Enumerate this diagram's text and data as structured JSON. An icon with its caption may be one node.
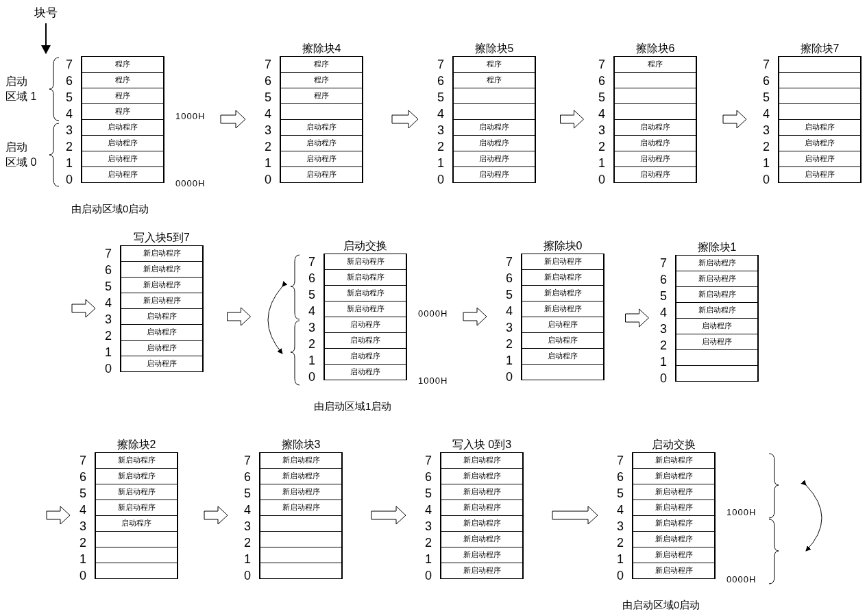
{
  "diagram": {
    "nodes": [
      {
        "text": [
          "块号"
        ]
      },
      {
        "text": [],
        "shape": "box",
        "beside": [
          "1000H",
          "0000H",
          "由启动区域0启动"
        ]
      },
      {
        "text": [
          "程序"
        ],
        "in": 1
      },
      {
        "text": [
          "程序"
        ],
        "in": 1
      },
      {
        "text": [
          "程序"
        ],
        "in": 1
      },
      {
        "text": [
          "程序"
        ],
        "in": 1
      },
      {
        "text": [
          "启动程序"
        ],
        "in": 1
      },
      {
        "text": [
          "启动程序"
        ],
        "in": 1
      },
      {
        "text": [
          "启动程序"
        ],
        "in": 1
      },
      {
        "text": [
          "启动程序"
        ],
        "in": 1
      },
      {
        "text": [
          "擦除块4"
        ]
      },
      {
        "text": [
          "程序"
        ],
        "in": 10
      },
      {
        "text": [
          "程序"
        ],
        "in": 10
      },
      {
        "text": [
          "程序"
        ],
        "in": 10
      },
      {
        "text": [],
        "shape": "box",
        "in": 10
      },
      {
        "text": [
          "启动程序"
        ],
        "in": 10
      },
      {
        "text": [
          "启动程序"
        ],
        "in": 10
      },
      {
        "text": [
          "启动程序"
        ],
        "in": 10
      },
      {
        "text": [
          "启动程序"
        ],
        "in": 10
      },
      {
        "text": [
          "擦除块5"
        ]
      },
      {
        "text": [
          "程序"
        ],
        "in": 19
      },
      {
        "text": [
          "程序"
        ],
        "in": 19
      },
      {
        "text": [],
        "shape": "box",
        "in": 19
      },
      {
        "text": [],
        "shape": "box",
        "in": 19
      },
      {
        "text": [
          "启动程序"
        ],
        "in": 19
      },
      {
        "text": [
          "启动程序"
        ],
        "in": 19
      },
      {
        "text": [
          "启动程序"
        ],
        "in": 19
      },
      {
        "text": [
          "启动程序"
        ],
        "in": 19
      },
      {
        "text": [
          "擦除块6"
        ]
      },
      {
        "text": [
          "程序"
        ],
        "in": 28
      },
      {
        "text": [],
        "shape": "box",
        "in": 28
      },
      {
        "text": [],
        "shape": "box",
        "in": 28
      },
      {
        "text": [],
        "shape": "box",
        "in": 28
      },
      {
        "text": [
          "启动程序"
        ],
        "in": 28
      },
      {
        "text": [
          "启动程序"
        ],
        "in": 28
      },
      {
        "text": [
          "启动程序"
        ],
        "in": 28
      },
      {
        "text": [
          "启动程序"
        ],
        "in": 28
      },
      {
        "text": [
          "擦除块7"
        ]
      },
      {
        "text": [],
        "shape": "box",
        "in": 37
      },
      {
        "text": [],
        "shape": "box",
        "in": 37
      },
      {
        "text": [],
        "shape": "box",
        "in": 37
      },
      {
        "text": [],
        "shape": "box",
        "in": 37
      },
      {
        "text": [
          "启动程序"
        ],
        "in": 37
      },
      {
        "text": [
          "启动程序"
        ],
        "in": 37
      },
      {
        "text": [
          "启动程序"
        ],
        "in": 37
      },
      {
        "text": [
          "启动程序"
        ],
        "in": 37
      },
      {
        "text": [
          "写入块5到7"
        ]
      },
      {
        "text": [
          "新启动程序"
        ],
        "in": 46
      },
      {
        "text": [
          "新启动程序"
        ],
        "in": 46
      },
      {
        "text": [
          "新启动程序"
        ],
        "in": 46
      },
      {
        "text": [
          "新启动程序"
        ],
        "in": 46
      },
      {
        "text": [
          "启动程序"
        ],
        "in": 46
      },
      {
        "text": [
          "启动程序"
        ],
        "in": 46
      },
      {
        "text": [
          "启动程序"
        ],
        "in": 46
      },
      {
        "text": [
          "启动程序"
        ],
        "in": 46
      },
      {
        "text": [
          "启动交换"
        ],
        "beside": [
          "0000H",
          "1000H",
          "由启动区域1启动"
        ]
      },
      {
        "text": [
          "新启动程序"
        ],
        "in": 55
      },
      {
        "text": [
          "新启动程序"
        ],
        "in": 55
      },
      {
        "text": [
          "新启动程序"
        ],
        "in": 55
      },
      {
        "text": [
          "新启动程序"
        ],
        "in": 55
      },
      {
        "text": [
          "启动程序"
        ],
        "in": 55
      },
      {
        "text": [
          "启动程序"
        ],
        "in": 55
      },
      {
        "text": [
          "启动程序"
        ],
        "in": 55
      },
      {
        "text": [
          "启动程序"
        ],
        "in": 55
      },
      {
        "text": [
          "擦除块0"
        ]
      },
      {
        "text": [
          "新启动程序"
        ],
        "in": 64
      },
      {
        "text": [
          "新启动程序"
        ],
        "in": 64
      },
      {
        "text": [
          "新启动程序"
        ],
        "in": 64
      },
      {
        "text": [
          "新启动程序"
        ],
        "in": 64
      },
      {
        "text": [
          "启动程序"
        ],
        "in": 64
      },
      {
        "text": [
          "启动程序"
        ],
        "in": 64
      },
      {
        "text": [
          "启动程序"
        ],
        "in": 64
      },
      {
        "text": [],
        "shape": "box",
        "in": 64
      },
      {
        "text": [
          "擦除块1"
        ]
      },
      {
        "text": [
          "新启动程序"
        ],
        "in": 73
      },
      {
        "text": [
          "新启动程序"
        ],
        "in": 73
      },
      {
        "text": [
          "新启动程序"
        ],
        "in": 73
      },
      {
        "text": [
          "新启动程序"
        ],
        "in": 73
      },
      {
        "text": [
          "启动程序"
        ],
        "in": 73
      },
      {
        "text": [
          "启动程序"
        ],
        "in": 73
      },
      {
        "text": [],
        "shape": "box",
        "in": 73
      },
      {
        "text": [],
        "shape": "box",
        "in": 73
      },
      {
        "text": [
          "擦除块2"
        ]
      },
      {
        "text": [
          "新启动程序"
        ],
        "in": 82
      },
      {
        "text": [
          "新启动程序"
        ],
        "in": 82
      },
      {
        "text": [
          "新启动程序"
        ],
        "in": 82
      },
      {
        "text": [
          "新启动程序"
        ],
        "in": 82
      },
      {
        "text": [
          "启动程序"
        ],
        "in": 82
      },
      {
        "text": [],
        "shape": "box",
        "in": 82
      },
      {
        "text": [],
        "shape": "box",
        "in": 82
      },
      {
        "text": [],
        "shape": "box",
        "in": 82
      },
      {
        "text": [
          "擦除块3"
        ]
      },
      {
        "text": [
          "新启动程序"
        ],
        "in": 91
      },
      {
        "text": [
          "新启动程序"
        ],
        "in": 91
      },
      {
        "text": [
          "新启动程序"
        ],
        "in": 91
      },
      {
        "text": [
          "新启动程序"
        ],
        "in": 91
      },
      {
        "text": [],
        "shape": "box",
        "in": 91
      },
      {
        "text": [],
        "shape": "box",
        "in": 91
      },
      {
        "text": [],
        "shape": "box",
        "in": 91
      },
      {
        "text": [],
        "shape": "box",
        "in": 91
      },
      {
        "text": [
          "写入块 0到3"
        ]
      },
      {
        "text": [
          "新启动程序"
        ],
        "in": 100
      },
      {
        "text": [
          "新启动程序"
        ],
        "in": 100
      },
      {
        "text": [
          "新启动程序"
        ],
        "in": 100
      },
      {
        "text": [
          "新启动程序"
        ],
        "in": 100
      },
      {
        "text": [
          "新启动程序"
        ],
        "in": 100
      },
      {
        "text": [
          "新启动程序"
        ],
        "in": 100
      },
      {
        "text": [
          "新启动程序"
        ],
        "in": 100
      },
      {
        "text": [
          "新启动程序"
        ],
        "in": 100
      },
      {
        "text": [
          "启动交换"
        ],
        "beside": [
          "1000H",
          "0000H",
          "由启动区域0启动"
        ]
      },
      {
        "text": [
          "新启动程序"
        ],
        "in": 109
      },
      {
        "text": [
          "新启动程序"
        ],
        "in": 109
      },
      {
        "text": [
          "新启动程序"
        ],
        "in": 109
      },
      {
        "text": [
          "新启动程序"
        ],
        "in": 109
      },
      {
        "text": [
          "新启动程序"
        ],
        "in": 109
      },
      {
        "text": [
          "新启动程序"
        ],
        "in": 109
      },
      {
        "text": [
          "新启动程序"
        ],
        "in": 109
      },
      {
        "text": [
          "新启动程序"
        ],
        "in": 109
      }
    ],
    "edges": [
      {
        "from": 0,
        "to": null,
        "arrow": "to"
      },
      {
        "from": 1,
        "to": 10,
        "arrow": "to"
      },
      {
        "from": 10,
        "to": 19,
        "arrow": "to"
      },
      {
        "from": 19,
        "to": 28,
        "arrow": "to"
      },
      {
        "from": 28,
        "to": 37,
        "arrow": "to"
      },
      {
        "from": null,
        "to": 46,
        "arrow": "to"
      },
      {
        "from": 46,
        "to": 55,
        "arrow": "to"
      },
      {
        "from": 55,
        "to": 64,
        "arrow": "to"
      },
      {
        "from": 64,
        "to": 73,
        "arrow": "to"
      },
      {
        "from": null,
        "to": 82,
        "arrow": "to"
      },
      {
        "from": 82,
        "to": 91,
        "arrow": "to"
      },
      {
        "from": 91,
        "to": 100,
        "arrow": "to"
      },
      {
        "from": 100,
        "to": 109,
        "arrow": "to"
      }
    ],
    "labels": [
      "启动区域 1",
      "启动区域 0",
      "7",
      "6",
      "5",
      "4",
      "3",
      "2",
      "1",
      "0",
      "7",
      "6",
      "5",
      "4",
      "3",
      "2",
      "1",
      "0",
      "7",
      "6",
      "5",
      "4",
      "3",
      "2",
      "1",
      "0",
      "7",
      "6",
      "5",
      "4",
      "3",
      "2",
      "1",
      "0",
      "7",
      "6",
      "5",
      "4",
      "3",
      "2",
      "1",
      "0",
      "7",
      "6",
      "5",
      "4",
      "3",
      "2",
      "1",
      "0",
      "7",
      "6",
      "5",
      "4",
      "3",
      "2",
      "1",
      "0",
      "7",
      "6",
      "5",
      "4",
      "3",
      "2",
      "1",
      "0",
      "7",
      "6",
      "5",
      "4",
      "3",
      "2",
      "1",
      "0",
      "7",
      "6",
      "5",
      "4",
      "3",
      "2",
      "1",
      "0",
      "7",
      "6",
      "5",
      "4",
      "3",
      "2",
      "1",
      "0",
      "7",
      "6",
      "5",
      "4",
      "3",
      "2",
      "1",
      "0",
      "7",
      "6",
      "5",
      "4",
      "3",
      "2",
      "1",
      "0"
    ]
  }
}
